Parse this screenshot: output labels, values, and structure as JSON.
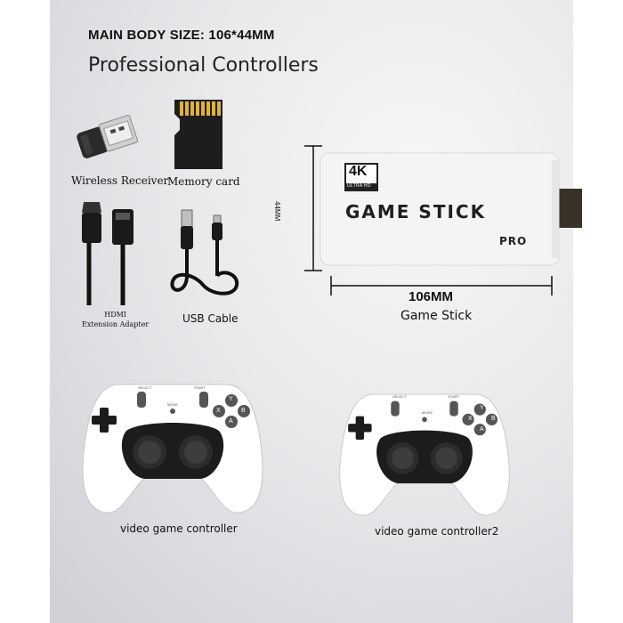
{
  "header": {
    "main_body_size": "MAIN BODY SIZE: 106*44MM",
    "title": "Professional Controllers"
  },
  "accessories": [
    {
      "label": "Wireless Receiver",
      "icon": "usb-receiver-icon"
    },
    {
      "label": "Memory card",
      "icon": "micro-sd-card-icon"
    },
    {
      "label_lines": [
        "HDMI",
        "Extension Adapter"
      ],
      "icon": "hdmi-cable-icon"
    },
    {
      "label": "USB Cable",
      "icon": "usb-cable-icon"
    }
  ],
  "stick": {
    "badge_main": "4K",
    "badge_sub": "ULTRA HD",
    "name": "GAME STICK",
    "edition": "PRO",
    "height_label": "44MM",
    "width_label": "106MM",
    "caption": "Game Stick"
  },
  "controllers": [
    {
      "caption": "video game controller",
      "btn_left": "SELECT",
      "btn_mid": "MODE",
      "btn_right": "START",
      "face": [
        "Y",
        "X",
        "B",
        "A"
      ]
    },
    {
      "caption": "video game controller2",
      "btn_left": "SELECT",
      "btn_mid": "MODE",
      "btn_right": "START",
      "face": [
        "Y",
        "X",
        "B",
        "A"
      ]
    }
  ],
  "colors": {
    "background_light": "#f7f7f9",
    "background_dark": "#cfd0d4",
    "stick_body": "#f4f4f4",
    "controller_body": "#ffffff",
    "controller_black": "#1c1c1c",
    "text": "#111111"
  }
}
